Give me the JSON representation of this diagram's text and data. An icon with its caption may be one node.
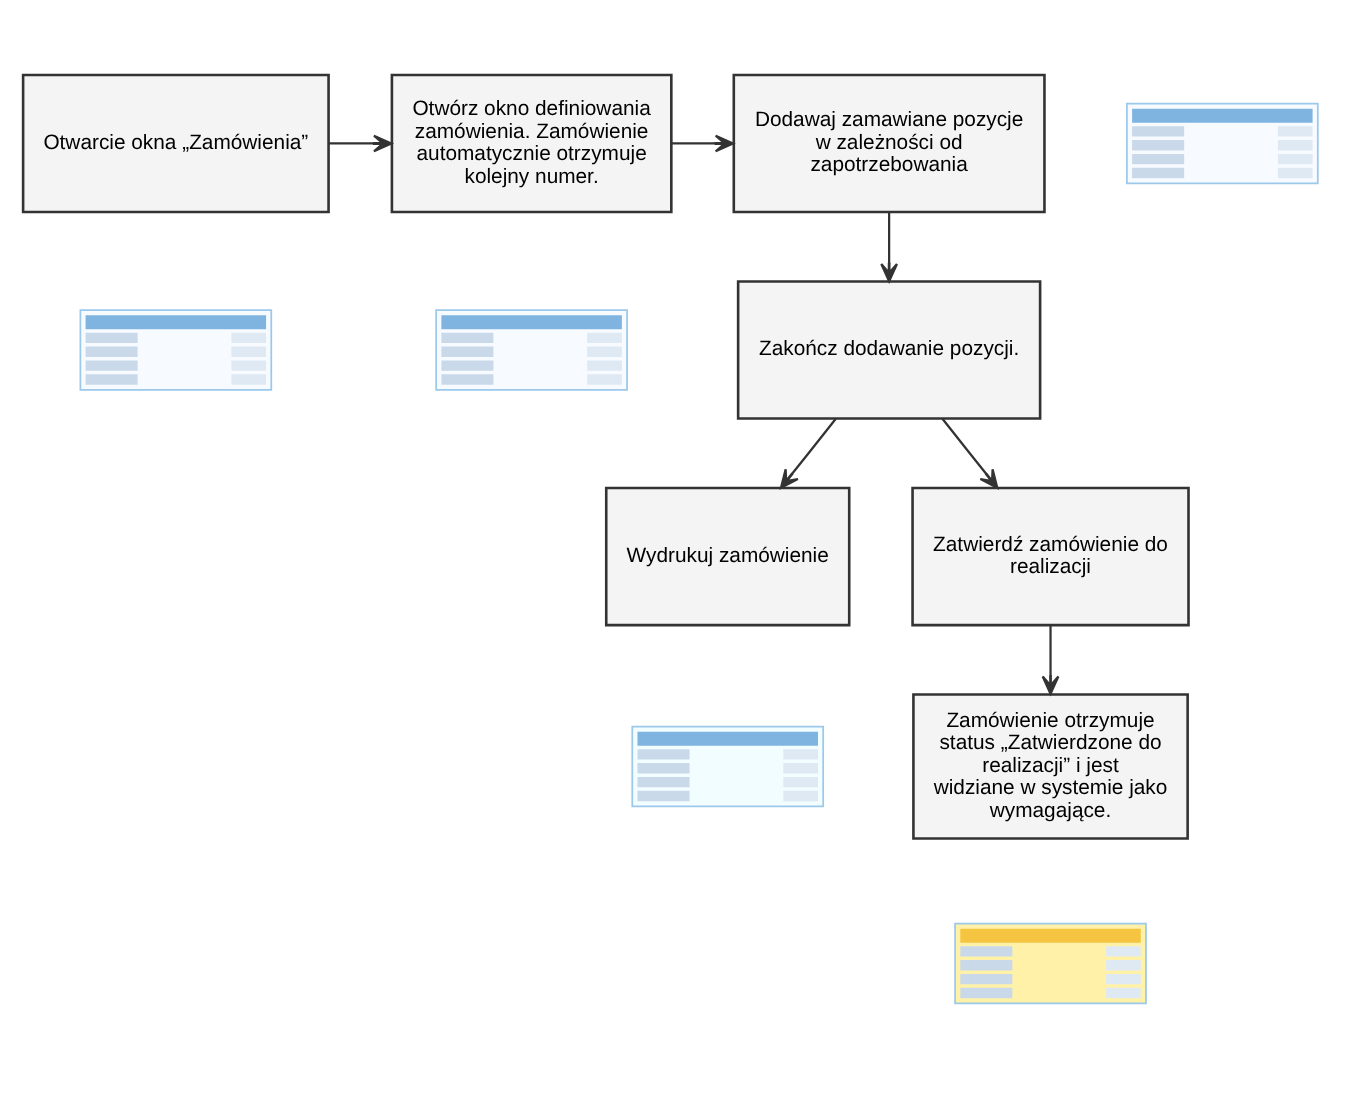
{
  "diagram": {
    "nodes": [
      {
        "text": [
          "Otwarcie okna „Zamówienia”"
        ]
      },
      {
        "text": [
          "Otwórz okno definiowania zamówienia. Zamówienie automatycznie otrzymuje kolejny numer."
        ]
      },
      {
        "text": [
          "Dodawaj zamawiane pozycje w zależności od zapotrzebowania"
        ]
      },
      {
        "text": [],
        "shape": "picture"
      },
      {
        "text": [],
        "shape": "picture"
      },
      {
        "text": [],
        "shape": "picture"
      },
      {
        "text": [
          "Zakończ dodawanie pozycji."
        ]
      },
      {
        "text": [
          "Wydrukuj zamówienie"
        ]
      },
      {
        "text": [
          "Zatwierdź zamówienie do realizacji"
        ]
      },
      {
        "text": [],
        "shape": "picture"
      },
      {
        "text": [
          "Zamówienie otrzymuje status „Zatwierdzone do realizacji” i jest widziane w systemie jako wymagające."
        ]
      },
      {
        "text": [],
        "shape": "picture"
      }
    ],
    "edges": [
      {
        "from": 0,
        "to": 1,
        "arrow": "to"
      },
      {
        "from": 1,
        "to": 2,
        "arrow": "to"
      },
      {
        "from": 2,
        "to": 6,
        "arrow": "to"
      },
      {
        "from": 6,
        "to": 7,
        "arrow": "to"
      },
      {
        "from": 6,
        "to": 8,
        "arrow": "to"
      },
      {
        "from": 8,
        "to": 10,
        "arrow": "to"
      }
    ]
  }
}
